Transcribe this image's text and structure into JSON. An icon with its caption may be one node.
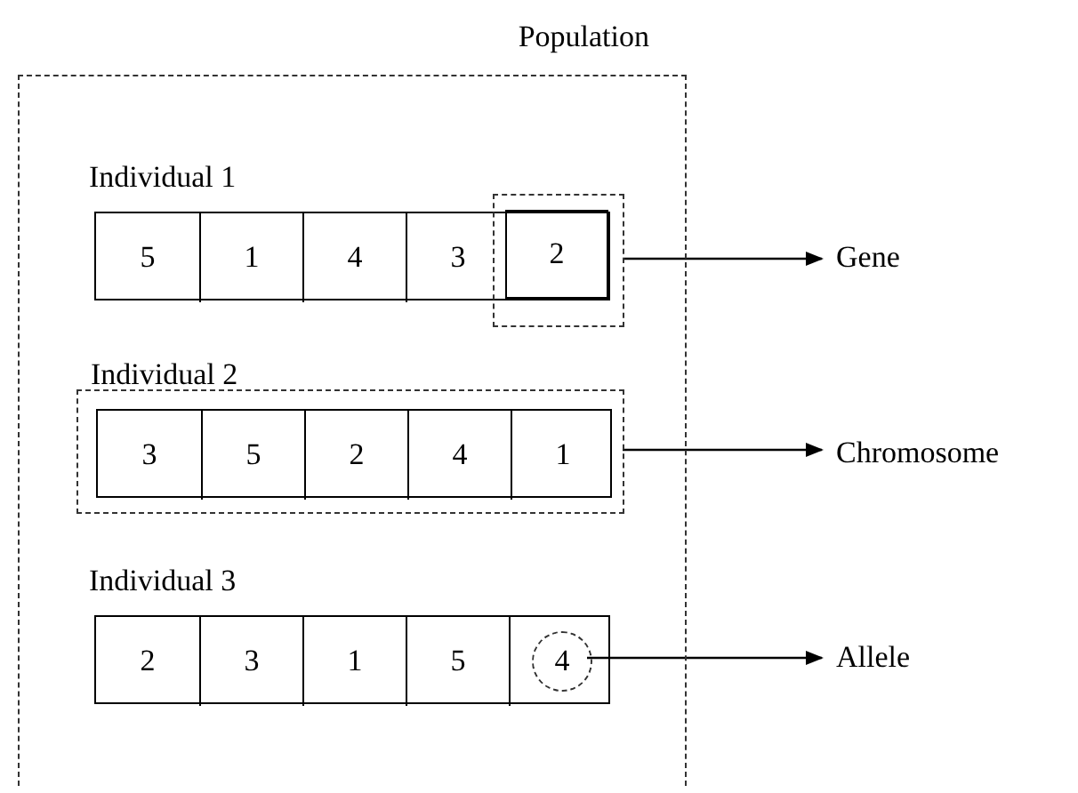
{
  "diagram": {
    "nodes": [
      {
        "text": [
          "Population"
        ]
      },
      {
        "text": [
          "Individual 1"
        ],
        "in": 0
      },
      {
        "text": [
          "5"
        ],
        "in": 1
      },
      {
        "text": [
          "1"
        ],
        "in": 1
      },
      {
        "text": [
          "4"
        ],
        "in": 1
      },
      {
        "text": [
          "3"
        ],
        "in": 1
      },
      {
        "text": [
          "2"
        ]
      },
      {
        "text": [],
        "shape": "box",
        "in": 0
      },
      {
        "text": [
          "Gene"
        ]
      },
      {
        "text": [],
        "shape": "box",
        "in": 0
      },
      {
        "text": [
          "Individual 2"
        ],
        "in": 9
      },
      {
        "text": [
          "3"
        ],
        "in": 10
      },
      {
        "text": [
          "5"
        ],
        "in": 10
      },
      {
        "text": [
          "2"
        ],
        "in": 10
      },
      {
        "text": [
          "4"
        ],
        "in": 10
      },
      {
        "text": [
          "1"
        ],
        "in": 10
      },
      {
        "text": [
          "Chromosome"
        ]
      },
      {
        "text": [
          "Individual 3"
        ],
        "in": 0
      },
      {
        "text": [
          "2"
        ],
        "in": 17
      },
      {
        "text": [
          "3"
        ],
        "in": 17
      },
      {
        "text": [
          "1"
        ],
        "in": 17
      },
      {
        "text": [
          "5"
        ],
        "in": 17
      },
      {
        "text": [],
        "shape": "box",
        "in": 17
      },
      {
        "text": [
          "4"
        ],
        "in": 22
      },
      {
        "text": [
          "Allele"
        ]
      }
    ],
    "edges": [
      {
        "from": 7,
        "to": 8,
        "arrow": "to"
      },
      {
        "from": 9,
        "to": 16,
        "arrow": "to"
      },
      {
        "from": 23,
        "to": 24,
        "arrow": "to"
      }
    ]
  }
}
